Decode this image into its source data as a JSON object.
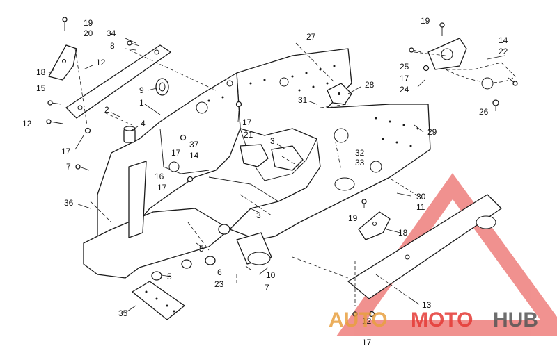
{
  "diagram": {
    "callouts": [
      {
        "id": "c19a",
        "text": "19"
      },
      {
        "id": "c20",
        "text": "20"
      },
      {
        "id": "c34",
        "text": "34"
      },
      {
        "id": "c8",
        "text": "8"
      },
      {
        "id": "c18a",
        "text": "18"
      },
      {
        "id": "c12a",
        "text": "12"
      },
      {
        "id": "c15",
        "text": "15"
      },
      {
        "id": "c12b",
        "text": "12"
      },
      {
        "id": "c9",
        "text": "9"
      },
      {
        "id": "c1",
        "text": "1"
      },
      {
        "id": "c2",
        "text": "2"
      },
      {
        "id": "c4",
        "text": "4"
      },
      {
        "id": "c17a",
        "text": "17"
      },
      {
        "id": "c7a",
        "text": "7"
      },
      {
        "id": "c27",
        "text": "27"
      },
      {
        "id": "c28",
        "text": "28"
      },
      {
        "id": "c31",
        "text": "31"
      },
      {
        "id": "c17b",
        "text": "17"
      },
      {
        "id": "c21",
        "text": "21"
      },
      {
        "id": "c3a",
        "text": "3"
      },
      {
        "id": "c37",
        "text": "37"
      },
      {
        "id": "c17c",
        "text": "17"
      },
      {
        "id": "c14a",
        "text": "14"
      },
      {
        "id": "c16",
        "text": "16"
      },
      {
        "id": "c17d",
        "text": "17"
      },
      {
        "id": "c32",
        "text": "32"
      },
      {
        "id": "c33",
        "text": "33"
      },
      {
        "id": "c29",
        "text": "29"
      },
      {
        "id": "c19b",
        "text": "19"
      },
      {
        "id": "c14b",
        "text": "14"
      },
      {
        "id": "c22",
        "text": "22"
      },
      {
        "id": "c25",
        "text": "25"
      },
      {
        "id": "c17e",
        "text": "17"
      },
      {
        "id": "c24",
        "text": "24"
      },
      {
        "id": "c26",
        "text": "26"
      },
      {
        "id": "c36",
        "text": "36"
      },
      {
        "id": "c3b",
        "text": "3"
      },
      {
        "id": "c30",
        "text": "30"
      },
      {
        "id": "c11",
        "text": "11"
      },
      {
        "id": "c19c",
        "text": "19"
      },
      {
        "id": "c18b",
        "text": "18"
      },
      {
        "id": "c5a",
        "text": "5"
      },
      {
        "id": "c5b",
        "text": "5"
      },
      {
        "id": "c6",
        "text": "6"
      },
      {
        "id": "c23",
        "text": "23"
      },
      {
        "id": "c10",
        "text": "10"
      },
      {
        "id": "c7b",
        "text": "7"
      },
      {
        "id": "c35",
        "text": "35"
      },
      {
        "id": "c13",
        "text": "13"
      },
      {
        "id": "c12c",
        "text": "12"
      },
      {
        "id": "c17f",
        "text": "17"
      }
    ]
  },
  "watermark": {
    "brand_part1": "AUTO",
    "brand_part2": "MOTO",
    "brand_part3": "HUB",
    "accent_color": "#e53935",
    "dark_color": "#555555"
  }
}
